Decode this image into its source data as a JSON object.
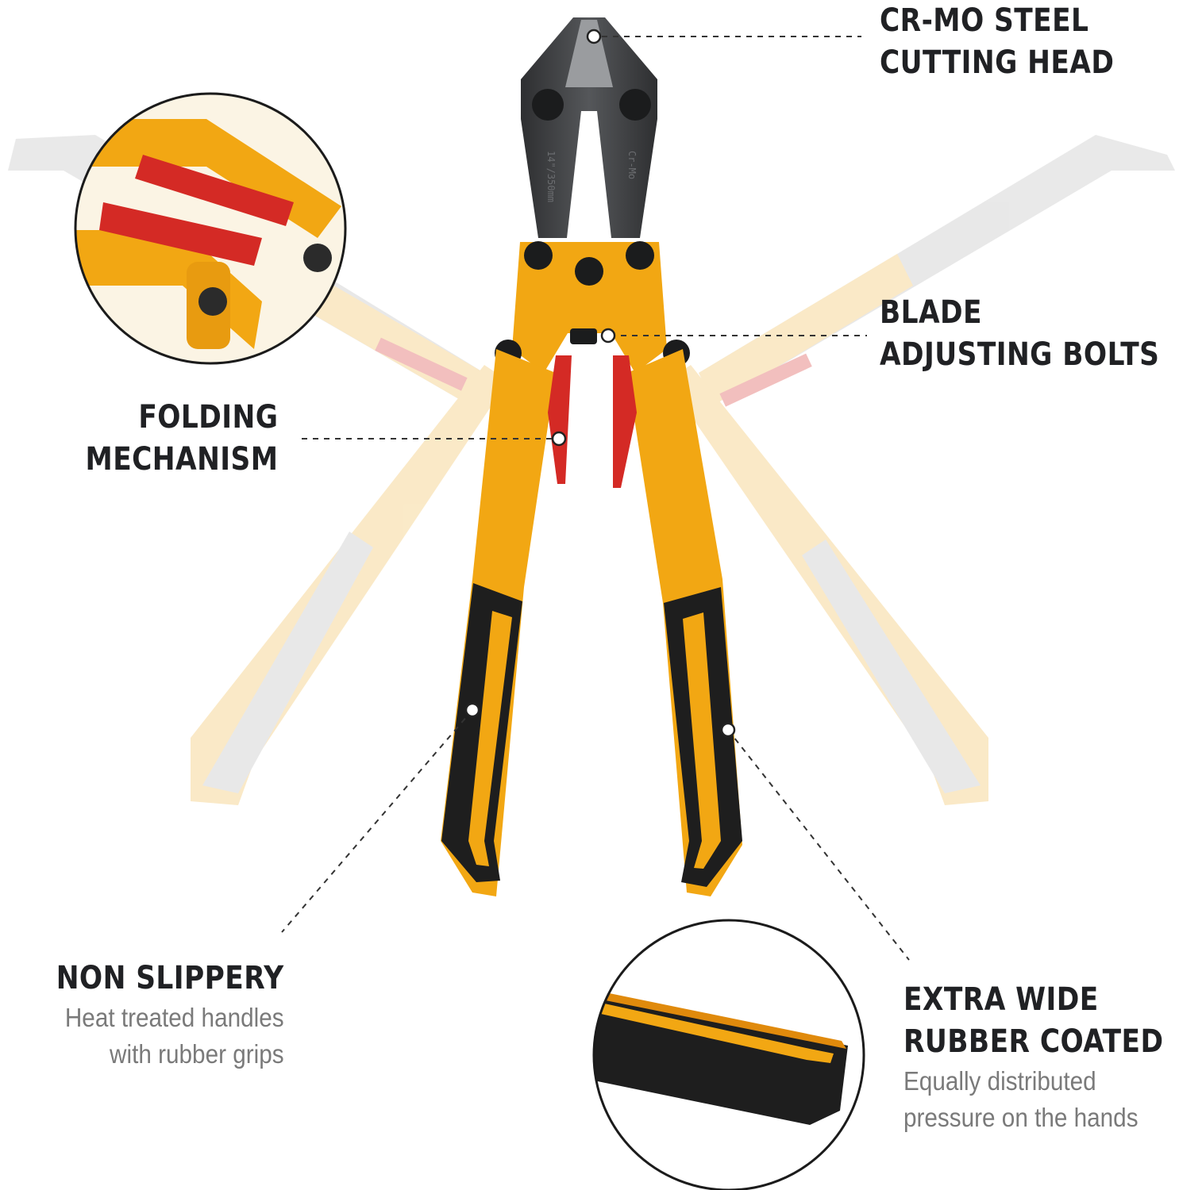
{
  "callouts": {
    "cutting_head": {
      "title_line1": "CR-MO STEEL",
      "title_line2": "CUTTING HEAD"
    },
    "blade_bolts": {
      "title_line1": "BLADE",
      "title_line2": "ADJUSTING BOLTS"
    },
    "folding": {
      "title_line1": "FOLDING",
      "title_line2": "MECHANISM"
    },
    "non_slippery": {
      "title": "NON SLIPPERY",
      "desc_line1": "Heat treated handles",
      "desc_line2": "with rubber grips"
    },
    "extra_wide": {
      "title_line1": "EXTRA WIDE",
      "title_line2": "RUBBER COATED",
      "desc_line1": "Equally distributed",
      "desc_line2": "pressure on the hands"
    }
  },
  "tool_markings": {
    "size": "14\"/350mm",
    "material": "Cr-Mo"
  },
  "colors": {
    "handle_yellow": "#f2a713",
    "grip_black": "#1e1e1e",
    "head_steel": "#3a3b3d",
    "latch_red": "#d42a25",
    "ghost_yellow": "#f6d89a",
    "ghost_gray": "#d7d7d7",
    "text_dark": "#202124",
    "text_gray": "#7a7a7a"
  }
}
